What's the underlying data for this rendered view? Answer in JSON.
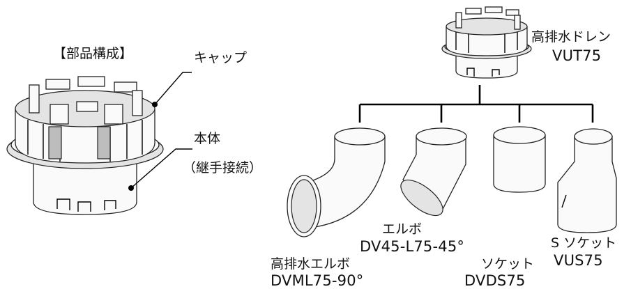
{
  "left_assembly": {
    "title": "【部品構成】",
    "cap_label": "キャップ",
    "body_label": "本体",
    "body_note": "（継手接続）"
  },
  "main_drain": {
    "name": "高排水ドレン",
    "code": "VUT75"
  },
  "fittings": [
    {
      "name": "高排水エルボ",
      "code": "DVML75-90°"
    },
    {
      "name": "エルボ",
      "code": "DV45-L75-45°"
    },
    {
      "name": "ソケット",
      "code": "DVDS75"
    },
    {
      "name": "S ソケット",
      "code": "VUS75"
    }
  ]
}
